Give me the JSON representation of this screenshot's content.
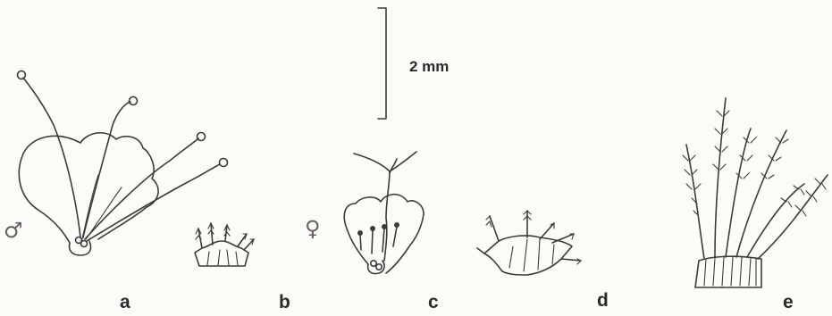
{
  "scale_bar": {
    "label": "2 mm"
  },
  "symbols": {
    "male": "♂",
    "female": "♀"
  },
  "panel_labels": {
    "a": "a",
    "b": "b",
    "c": "c",
    "d": "d",
    "e": "e"
  },
  "colors": {
    "ink": "#3e3a3c",
    "background": "#fbfbf8",
    "symbol": "#6a5f66"
  }
}
